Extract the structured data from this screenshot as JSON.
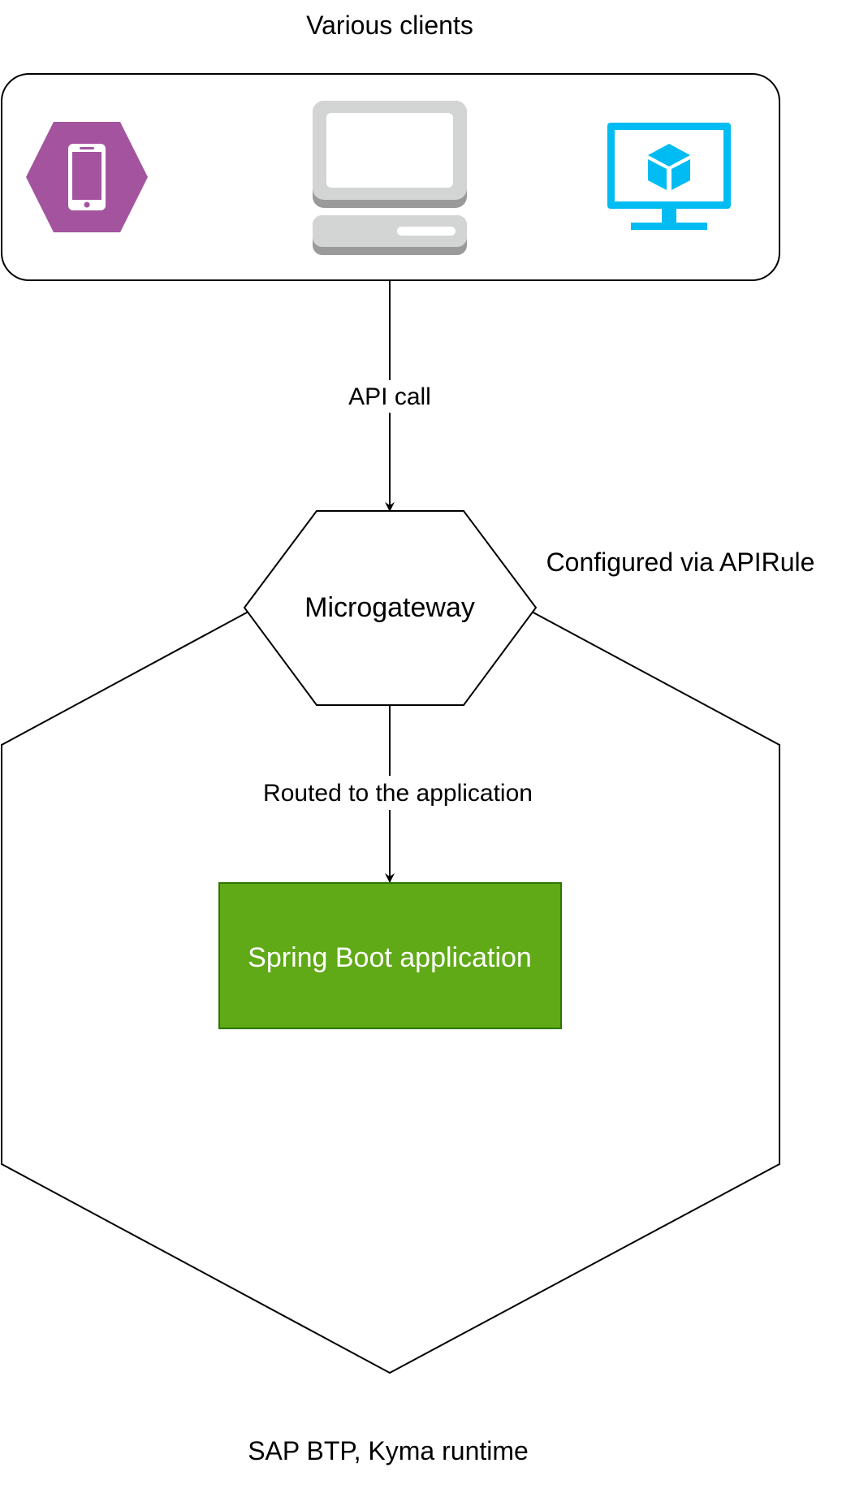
{
  "clients": {
    "title": "Various clients",
    "icons": [
      "mobile-phone-icon",
      "desktop-computer-icon",
      "virtual-machine-icon"
    ]
  },
  "edges": {
    "api_call": "API call",
    "routed": "Routed to the application"
  },
  "gateway": {
    "label": "Microgateway",
    "config_note": "Configured via APIRule"
  },
  "app": {
    "label": "Spring Boot application"
  },
  "runtime": {
    "label": "SAP BTP, Kyma runtime"
  },
  "colors": {
    "mobile_hex": "#A4549F",
    "desktop_light": "#D3D5D4",
    "desktop_dark": "#9A9A9A",
    "vm_blue": "#00BCF2",
    "app_fill": "#60A917",
    "app_stroke": "#2D7600",
    "line": "#000000"
  }
}
